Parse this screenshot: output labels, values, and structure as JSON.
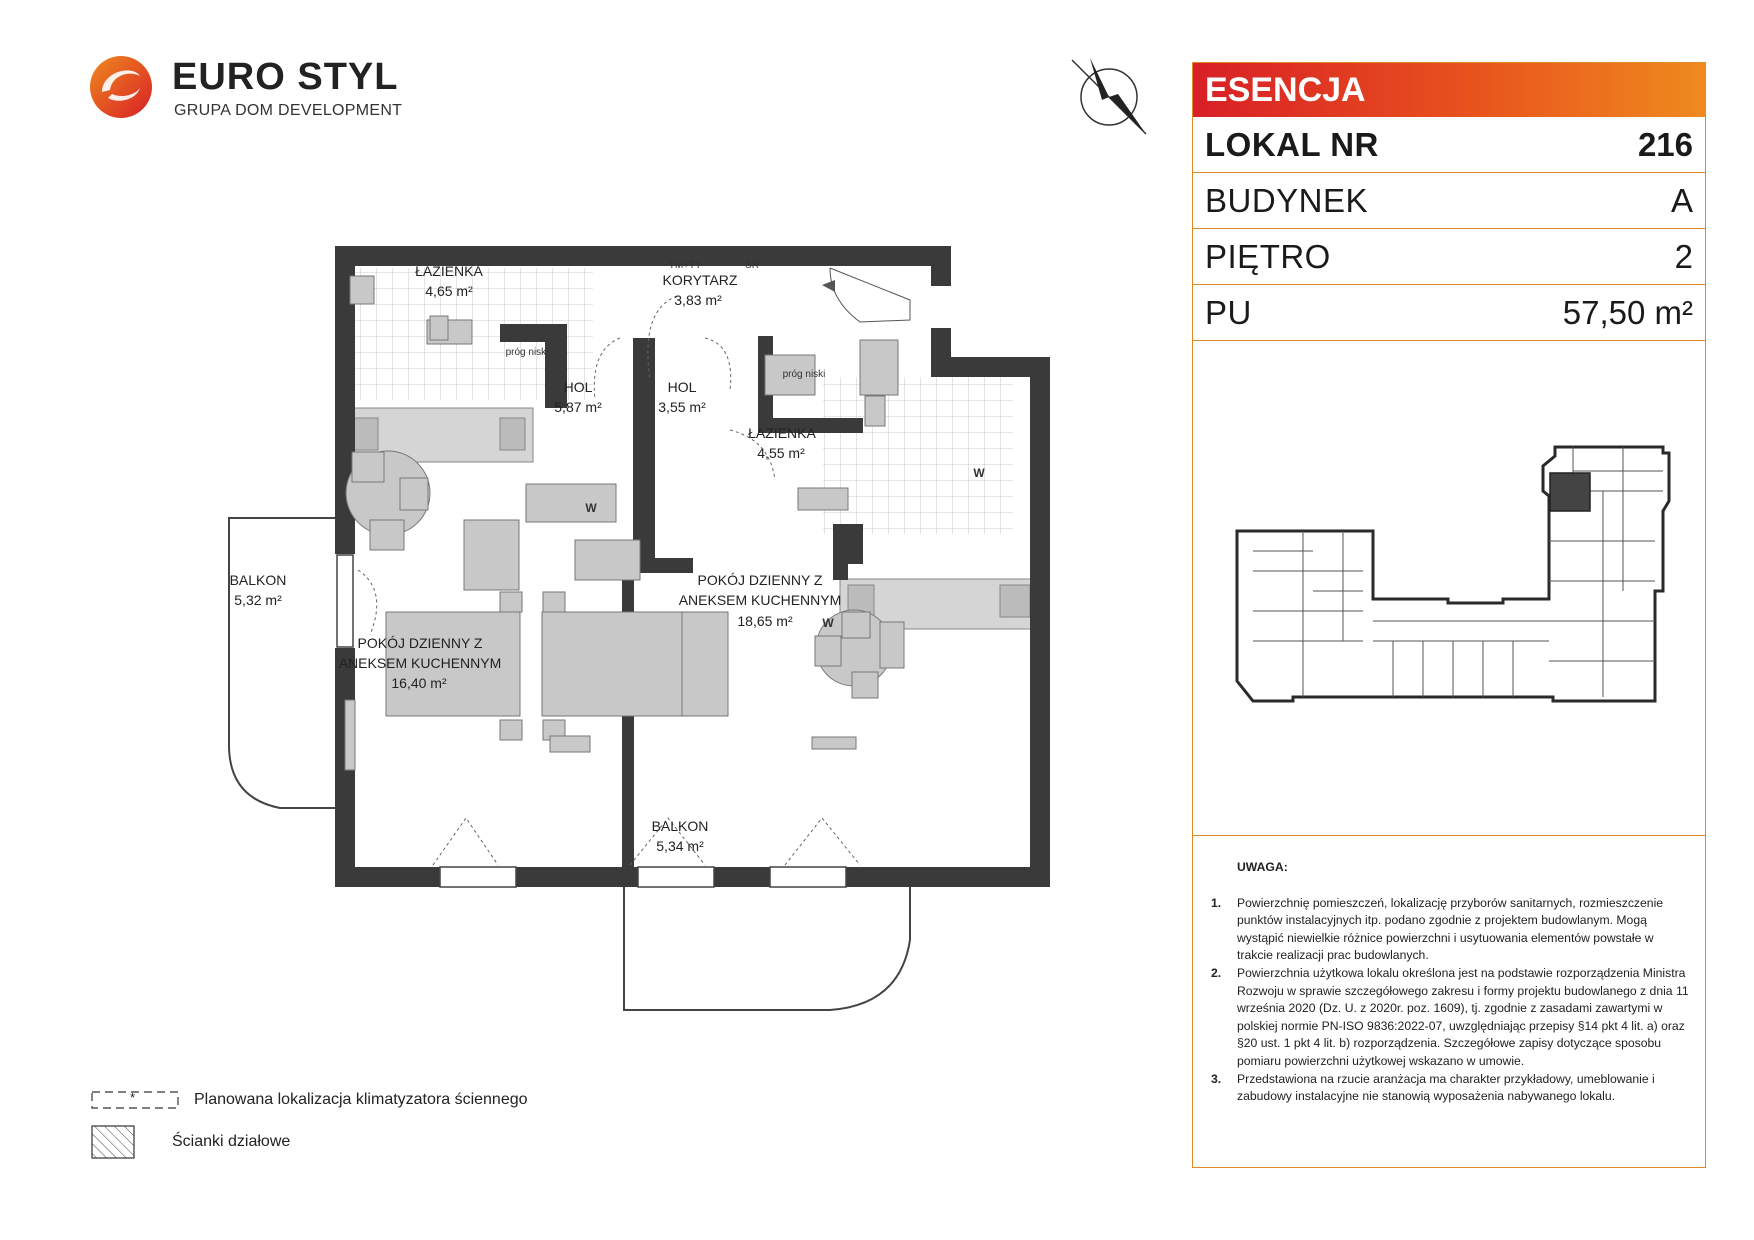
{
  "brand": {
    "name": "EURO STYL",
    "subtitle": "GRUPA DOM DEVELOPMENT",
    "colors": {
      "red": "#d81f26",
      "orange": "#ef8a1e",
      "wall": "#3a3a3a",
      "furniture": "#c8c8c8"
    }
  },
  "panel": {
    "header": "ESENCJA",
    "rows": [
      {
        "label": "LOKAL NR",
        "value": "216"
      },
      {
        "label": "BUDYNEK",
        "value": "A"
      },
      {
        "label": "PIĘTRO",
        "value": "2"
      },
      {
        "label": "PU",
        "value": "57,50 m²"
      }
    ],
    "notes_title": "UWAGA:",
    "notes": [
      {
        "num": "1.",
        "text": "Powierzchnię pomieszczeń, lokalizację przyborów sanitarnych, rozmieszczenie punktów instalacyjnych itp. podano zgodnie z projektem budowlanym. Mogą wystąpić niewielkie różnice powierzchni i usytuowania elementów powstałe w trakcie realizacji prac budowlanych."
      },
      {
        "num": "2.",
        "text": "Powierzchnia użytkowa lokalu określona jest na podstawie rozporządzenia Ministra Rozwoju w sprawie szczegółowego zakresu i formy projektu budowlanego z dnia 11 września 2020 (Dz. U. z 2020r. poz. 1609), tj. zgodnie z zasadami zawartymi w polskiej normie PN-ISO 9836:2022-07, uwzględniając przepisy §14 pkt 4 lit. a) oraz §20 ust. 1 pkt 4 lit. b) rozporządzenia. Szczegółowe zapisy dotyczące sposobu pomiaru powierzchni użytkowej wskazano w umowie."
      },
      {
        "num": "3.",
        "text": "Przedstawiona na rzucie aranżacja ma charakter przykładowy, umeblowanie i zabudowy instalacyjne nie stanowią wyposażenia nabywanego lokalu."
      }
    ]
  },
  "plan": {
    "rooms": [
      {
        "name": "ŁAZIENKA",
        "area": "4,65 m²"
      },
      {
        "name": "KORYTARZ",
        "area": "3,83 m²"
      },
      {
        "name": "HOL",
        "area": "5,87 m²"
      },
      {
        "name": "HOL",
        "area": "3,55 m²"
      },
      {
        "name": "ŁAZIENKA",
        "area": "4,55 m²"
      },
      {
        "name": "BALKON",
        "area": "5,32 m²"
      },
      {
        "name": "POKÓJ DZIENNY Z",
        "name2": "ANEKSEM KUCHENNYM",
        "area": "16,40 m²"
      },
      {
        "name": "POKÓJ DZIENNY Z",
        "name2": "ANEKSEM KUCHENNYM",
        "area": "18,65 m²"
      },
      {
        "name": "BALKON",
        "area": "5,34 m²"
      }
    ],
    "labels": {
      "prog_niski": "próg niski",
      "tm_tt": "TM+TT",
      "sr": "SR",
      "w": "W"
    }
  },
  "legend": {
    "ac_marker": "*",
    "ac_text": "Planowana lokalizacja klimatyzatora ściennego",
    "partition_text": "Ścianki działowe"
  }
}
